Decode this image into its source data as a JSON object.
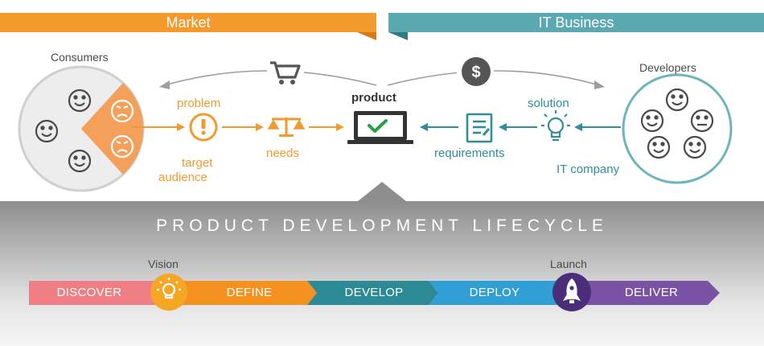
{
  "banners": {
    "market": "Market",
    "it_business": "IT Business"
  },
  "groups": {
    "consumers": "Consumers",
    "developers": "Developers"
  },
  "flow": {
    "problem": "problem",
    "target_audience_line1": "target",
    "target_audience_line2": "audience",
    "needs": "needs",
    "product": "product",
    "requirements": "requirements",
    "solution": "solution",
    "it_company": "IT company"
  },
  "lifecycle": {
    "title": "PRODUCT DEVELOPMENT LIFECYCLE",
    "vision": "Vision",
    "launch": "Launch",
    "stages": [
      "DISCOVER",
      "DEFINE",
      "DEVELOP",
      "DEPLOY",
      "DELIVER"
    ]
  },
  "colors": {
    "orange": "#f39a2d",
    "teal": "#2f8e99",
    "discover": "#f07f85",
    "define": "#f5911f",
    "develop": "#2b8a94",
    "deploy": "#2f9fd6",
    "deliver": "#7a52a3",
    "launch_circle": "#4b2e7a"
  },
  "icons": [
    "cart-icon",
    "dollar-icon",
    "warning-icon",
    "scale-icon",
    "laptop-check-icon",
    "document-icon",
    "lightbulb-icon",
    "rocket-icon",
    "smiley-icon",
    "sad-icon"
  ]
}
